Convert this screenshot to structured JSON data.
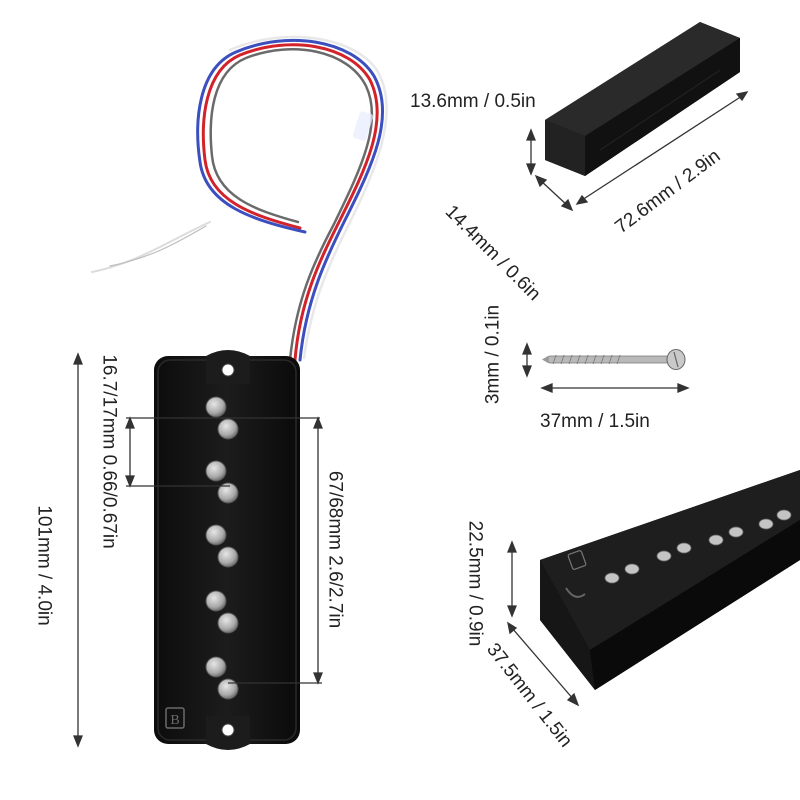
{
  "dimensions": {
    "foam_height": "13.6mm / 0.5in",
    "foam_width": "14.4mm / 0.6in",
    "foam_length": "72.6mm / 2.9in",
    "screw_diameter": "3mm / 0.1in",
    "screw_length": "37mm / 1.5in",
    "pickup_height": "22.5mm / 0.9in",
    "pickup_width": "37.5mm / 1.5in",
    "pickup_length": "101mm / 4.0in",
    "pole_spacing": "16.7/17mm 0.66/0.67in",
    "pole_span": "67/68mm 2.6/2.7in"
  },
  "logo_text": "B",
  "colors": {
    "pickup_body": "#141414",
    "pole_piece": "#b8b8b8",
    "foam": "#1a1a1a",
    "wire_red": "#d2232a",
    "wire_blue": "#3b4fbf",
    "wire_white": "#f2f2f2",
    "dimension_line": "#333333"
  }
}
